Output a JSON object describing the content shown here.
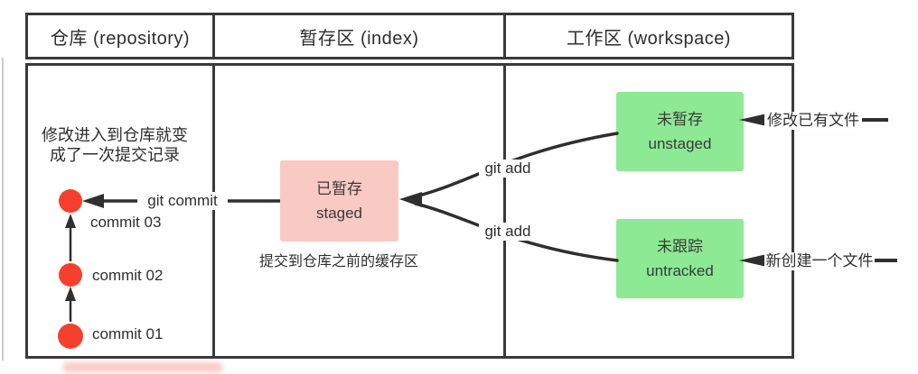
{
  "diagram_title": "git working areas diagram",
  "columns": [
    {
      "label": "仓库 (repository)"
    },
    {
      "label": "暂存区 (index)"
    },
    {
      "label": "工作区 (workspace)"
    }
  ],
  "repository": {
    "note_line1": "修改进入到仓库就变",
    "note_line2": "成了一次提交记录",
    "commits": [
      {
        "label": "commit  03"
      },
      {
        "label": "commit  02"
      },
      {
        "label": "commit  01"
      }
    ]
  },
  "index": {
    "staged_box": {
      "line1": "已暂存",
      "line2": "staged"
    },
    "caption": "提交到仓库之前的缓存区"
  },
  "workspace": {
    "unstaged_box": {
      "line1": "未暂存",
      "line2": "unstaged"
    },
    "untracked_box": {
      "line1": "未跟踪",
      "line2": "untracked"
    }
  },
  "arrows": {
    "git_commit_label": "git commit",
    "git_add_upper_label": "git add",
    "git_add_lower_label": "git add",
    "modify_existing_label": "修改已有文件",
    "new_file_label": "新创建一个文件"
  },
  "colors": {
    "commit_dot": "#f5402d",
    "staged_box": "#f9c9c4",
    "workspace_box": "#8de993",
    "border": "#3a3a3a",
    "line": "#2f2f2f"
  }
}
